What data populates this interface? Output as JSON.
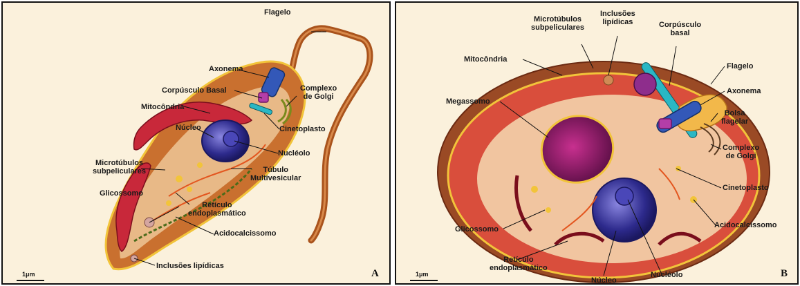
{
  "panelA": {
    "letter": "A",
    "scale": "1μm",
    "labels": {
      "flagelo": "Flagelo",
      "axonema": "Axonema",
      "corpusculo": "Corpúsculo Basal",
      "complexo": "Complexo\nde Golgi",
      "mitocondria": "Mitocôndria",
      "nucleo": "Núcleo",
      "cinetoplasto": "Cinetoplasto",
      "nucleolo": "Nucléolo",
      "microtubulos": "Microtúbulos\nsubpeliculares",
      "tubulo": "Túbulo\nMultivesicular",
      "glicossomo": "Glicossomo",
      "reticulo": "Retículo\nendoplasmático",
      "acidocalcissomo": "Acidocalcissomo",
      "inclusoes": "Inclusões lipídicas"
    }
  },
  "panelB": {
    "letter": "B",
    "scale": "1μm",
    "labels": {
      "microtubulos": "Microtúbulos\nsubpeliculares",
      "inclusoes": "Inclusões\nlipídicas",
      "corpusculo": "Corpúsculo\nbasal",
      "mitocondria": "Mitocôndria",
      "flagelo": "Flagelo",
      "megassomo": "Megassomo",
      "axonema": "Axonema",
      "bolsa": "Bolsa\nflagelar",
      "complexo": "Complexo\nde Golgi",
      "cinetoplasto": "Cinetoplasto",
      "glicossomo": "Glicossomo",
      "acidocalcissomo": "Acidocalcissomo",
      "reticulo": "Retículo\nendoplasmático",
      "nucleo": "Núcleo",
      "nucleolo": "Nucléolo"
    }
  }
}
